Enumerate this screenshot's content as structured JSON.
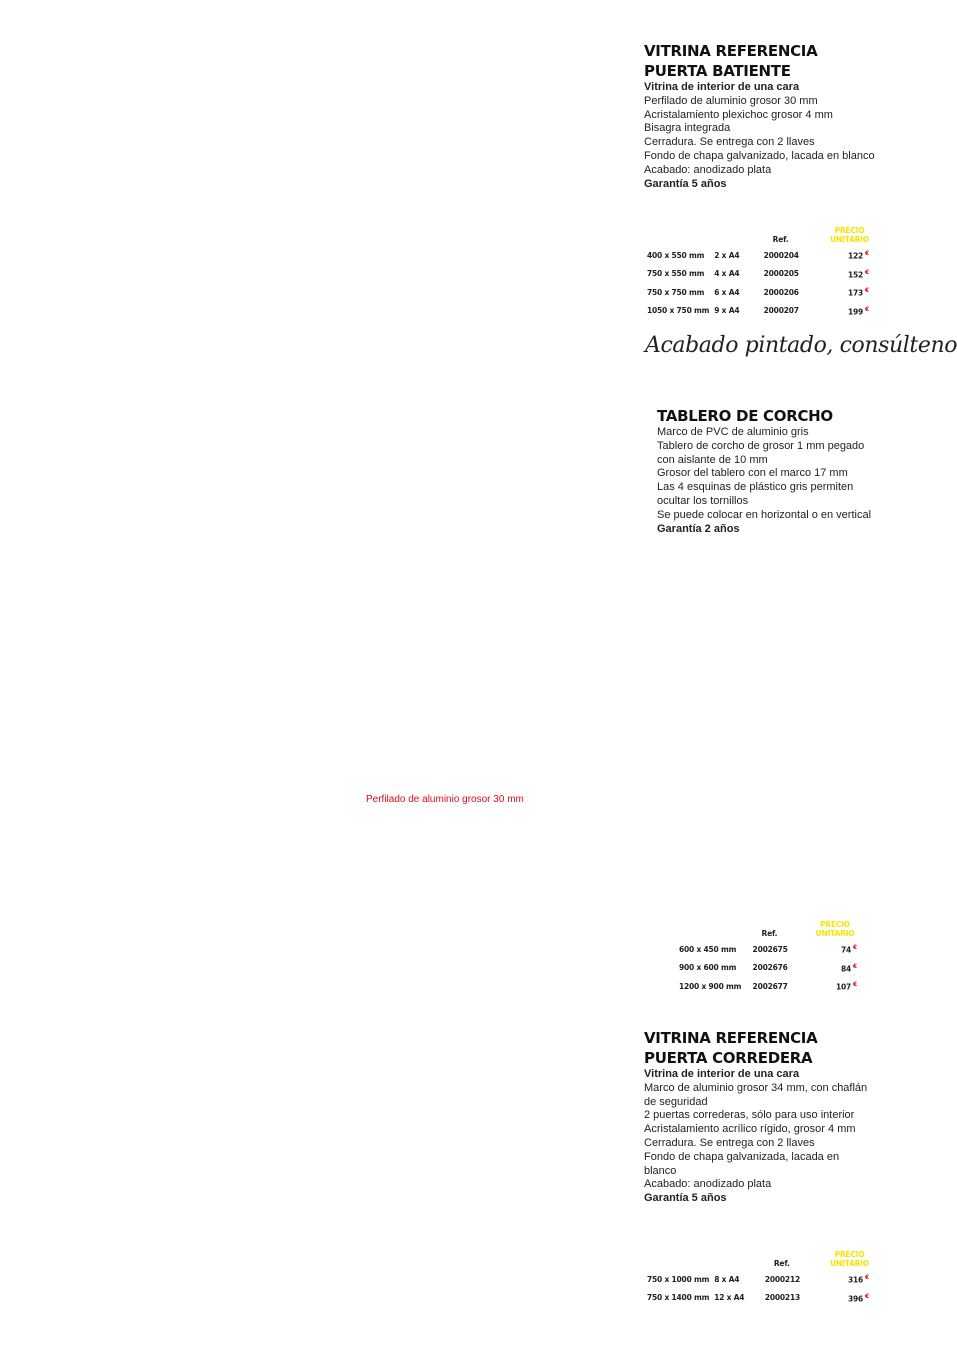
{
  "vitrina_batiente": {
    "title_line1": "VITRINA REFERENCIA",
    "title_line2": "PUERTA BATIENTE",
    "subtitle": "Vitrina de interior de una cara",
    "lines": [
      "Perfilado de aluminio grosor 30 mm",
      "Acristalamiento plexichoc grosor 4 mm",
      "Bisagra integrada",
      "Cerradura. Se entrega con 2 llaves",
      "Fondo de chapa galvanizado, lacada en blanco",
      "Acabado: anodizado plata"
    ],
    "warranty": "Garantía 5 años",
    "table": {
      "ref_header": "Ref.",
      "price_header_1": "PRECIO",
      "price_header_2": "UNITARIO",
      "currency": "€",
      "rows": [
        {
          "size": "400 x 550 mm",
          "format": "2 x A4",
          "ref": "2000204",
          "price": "122"
        },
        {
          "size": "750 x 550 mm",
          "format": "4 x A4",
          "ref": "2000205",
          "price": "152"
        },
        {
          "size": "750 x 750 mm",
          "format": "6 x A4",
          "ref": "2000206",
          "price": "173"
        },
        {
          "size": "1050 x 750 mm",
          "format": "9 x A4",
          "ref": "2000207",
          "price": "199"
        }
      ]
    }
  },
  "script_note": "Acabado pintado, consúltenos",
  "tablero_corcho": {
    "title": "TABLERO DE CORCHO",
    "lines": [
      "Marco de PVC de aluminio gris",
      "Tablero de corcho de grosor 1 mm pegado",
      "con aislante de 10 mm",
      "Grosor del tablero con el marco 17 mm",
      "Las 4 esquinas de plástico gris permiten",
      "ocultar los tornillos",
      "Se puede colocar en horizontal o en vertical"
    ],
    "warranty": "Garantía 2 años",
    "table": {
      "ref_header": "Ref.",
      "price_header_1": "PRECIO",
      "price_header_2": "UNITARIO",
      "currency": "€",
      "rows": [
        {
          "size": "600 x 450 mm",
          "ref": "2002675",
          "price": "74"
        },
        {
          "size": "900 x 600 mm",
          "ref": "2002676",
          "price": "84"
        },
        {
          "size": "1200 x 900 mm",
          "ref": "2002677",
          "price": "107"
        }
      ]
    }
  },
  "red_note": "Perfilado de aluminio grosor 30 mm",
  "vitrina_corredera": {
    "title_line1": "VITRINA REFERENCIA",
    "title_line2": "PUERTA CORREDERA",
    "subtitle": "Vitrina de interior de una cara",
    "lines": [
      "Marco de aluminio grosor 34 mm, con chaflán",
      "de seguridad",
      "2 puertas correderas, sólo para uso interior",
      "Acristalamiento acrílico rígido, grosor 4 mm",
      "Cerradura. Se entrega con 2 llaves",
      "Fondo de chapa galvanizada, lacada en",
      "blanco",
      "Acabado: anodizado plata"
    ],
    "warranty": "Garantía 5 años",
    "table": {
      "ref_header": "Ref.",
      "price_header_1": "PRECIO",
      "price_header_2": "UNITARIO",
      "currency": "€",
      "rows": [
        {
          "size": "750 x 1000 mm",
          "format": "8 x A4",
          "ref": "2000212",
          "price": "316"
        },
        {
          "size": "750 x 1400 mm",
          "format": "12 x A4",
          "ref": "2000213",
          "price": "396"
        }
      ]
    }
  }
}
